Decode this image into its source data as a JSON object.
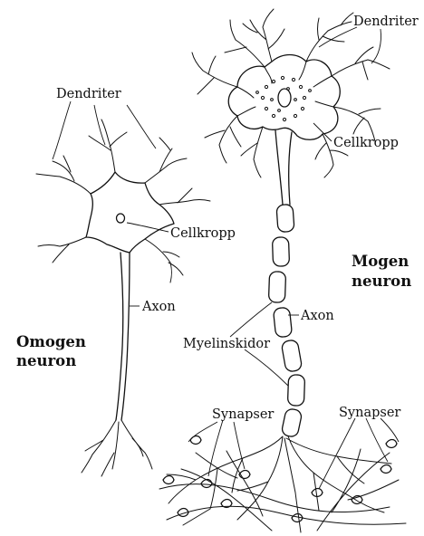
{
  "diagram": {
    "immature_neuron": {
      "title_line1": "Omogen",
      "title_line2": "neuron",
      "label_dendrites": "Dendriter",
      "label_cell_body": "Cellkropp",
      "label_axon": "Axon"
    },
    "mature_neuron": {
      "title_line1": "Mogen",
      "title_line2": "neuron",
      "label_dendrites": "Dendriter",
      "label_cell_body": "Cellkropp",
      "label_axon": "Axon",
      "label_myelin": "Myelinskidor",
      "label_synapses_left": "Synapser",
      "label_synapses_right": "Synapser"
    }
  }
}
